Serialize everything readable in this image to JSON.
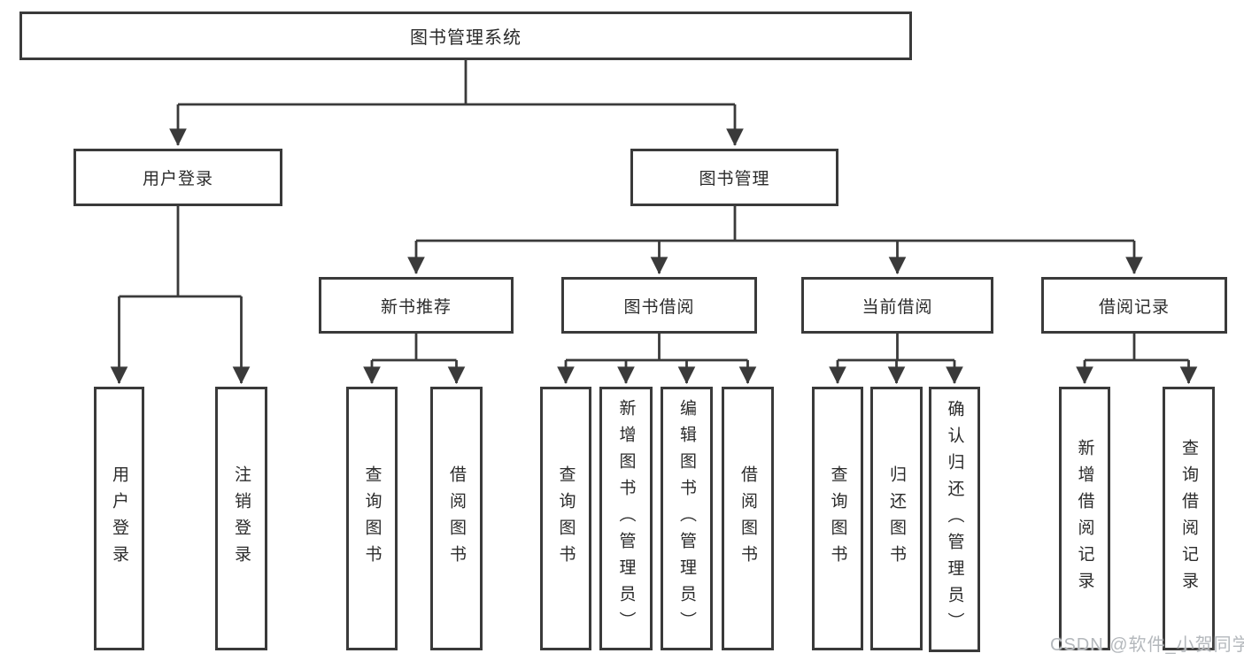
{
  "colors": {
    "line": "#3a3a3a",
    "box_border": "#3a3a3a",
    "box_fill": "#ffffff",
    "text": "#2b2b2b",
    "watermark_text": "#b4b8bc"
  },
  "tree": {
    "root": "图书管理系统",
    "branches": [
      {
        "label": "用户登录",
        "children": [
          "用户登录",
          "注销登录"
        ]
      },
      {
        "label": "图书管理",
        "groups": [
          {
            "label": "新书推荐",
            "children": [
              "查询图书",
              "借阅图书"
            ]
          },
          {
            "label": "图书借阅",
            "children": [
              "查询图书",
              "新增图书（管理员）",
              "编辑图书（管理员）",
              "借阅图书"
            ]
          },
          {
            "label": "当前借阅",
            "children": [
              "查询图书",
              "归还图书",
              "确认归还（管理员）"
            ]
          },
          {
            "label": "借阅记录",
            "children": [
              "新增借阅记录",
              "查询借阅记录"
            ]
          }
        ]
      }
    ]
  },
  "watermark": "CSDN @软件_小贺同学"
}
